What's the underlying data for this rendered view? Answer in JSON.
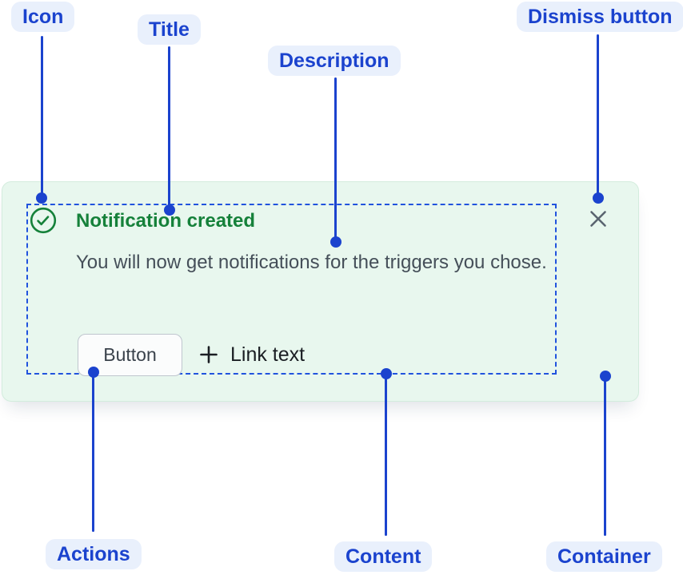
{
  "callouts": {
    "icon": "Icon",
    "title": "Title",
    "description": "Description",
    "dismiss": "Dismiss button",
    "actions": "Actions",
    "content": "Content",
    "container": "Container"
  },
  "notification": {
    "title": "Notification created",
    "description": "You will now get notifications for the triggers you chose.",
    "actions": {
      "button_label": "Button",
      "link_label": "Link text"
    },
    "icons": {
      "status": "check-circle-icon",
      "link_prefix": "plus-icon",
      "dismiss": "close-icon"
    }
  },
  "colors": {
    "callout_blue": "#1B43CE",
    "outline_blue": "#2153DE",
    "label_pill_bg": "#E9F0FC",
    "card_bg": "#E8F7EE",
    "card_border": "#D3ECDD",
    "success_green": "#15813A",
    "description_text": "#454F59",
    "dismiss_gray": "#5A6470",
    "link_text": "#1A1E23"
  }
}
